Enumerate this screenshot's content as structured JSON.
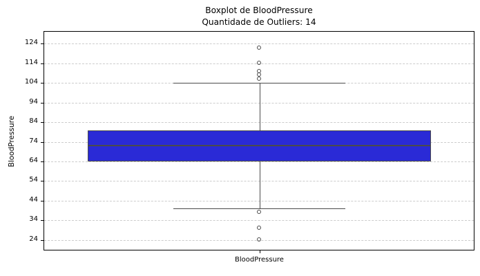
{
  "chart_data": {
    "type": "boxplot",
    "title": "Boxplot de BloodPressure",
    "subtitle": "Quantidade de Outliers: 14",
    "ylabel": "BloodPressure",
    "xlabel": "",
    "categories": [
      "BloodPressure"
    ],
    "y_ticks": [
      24,
      34,
      44,
      54,
      64,
      74,
      84,
      94,
      104,
      114,
      124
    ],
    "ylim": [
      18.6,
      130.5
    ],
    "grid": true,
    "grid_style": "dashed",
    "legend": "none",
    "series": [
      {
        "name": "BloodPressure",
        "q1": 64,
        "median": 72,
        "q3": 80,
        "whisker_low": 40,
        "whisker_high": 104,
        "outliers": [
          122,
          114,
          110,
          108,
          106,
          38,
          30,
          24
        ],
        "outlier_count": 14
      }
    ],
    "colors": {
      "box_fill": "#2a2ad6",
      "box_edge": "#4a4a4a",
      "median": "#4a4a4a",
      "whisker": "#4a4a4a",
      "outlier_edge": "#4a4a4a",
      "grid": "#cccccc",
      "axis": "#000000",
      "text": "#000000"
    }
  }
}
